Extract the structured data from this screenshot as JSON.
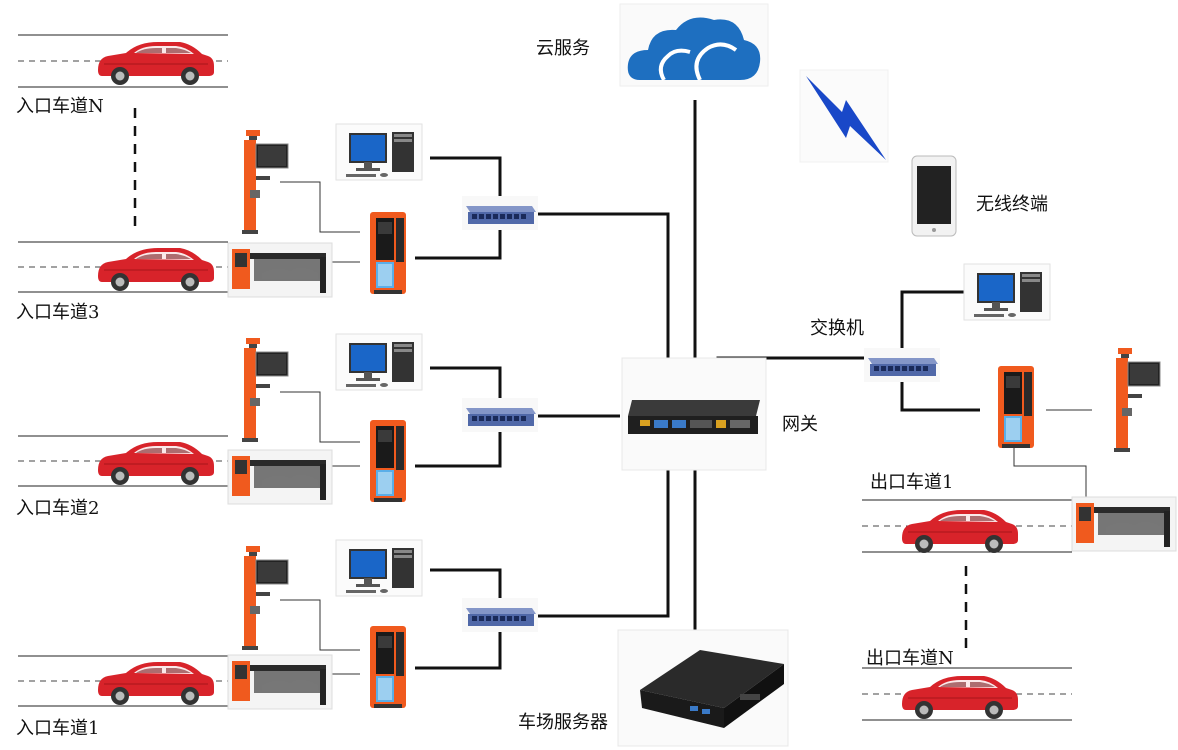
{
  "labels": {
    "cloud": "云服务",
    "wireless_terminal": "无线终端",
    "switch": "交换机",
    "gateway": "网关",
    "parking_server": "车场服务器",
    "entry_lane_n": "入口车道N",
    "entry_lane_3": "入口车道3",
    "entry_lane_2": "入口车道2",
    "entry_lane_1": "入口车道1",
    "exit_lane_1": "出口车道1",
    "exit_lane_n": "出口车道N"
  },
  "colors": {
    "cloud": "#1e6fc0",
    "car": "#d8232a",
    "terminal": "#f05a1e",
    "switch": "#5068a8",
    "monitor": "#1a66c8",
    "gateway": "#2a2a2a",
    "lightning": "#1948c8"
  }
}
